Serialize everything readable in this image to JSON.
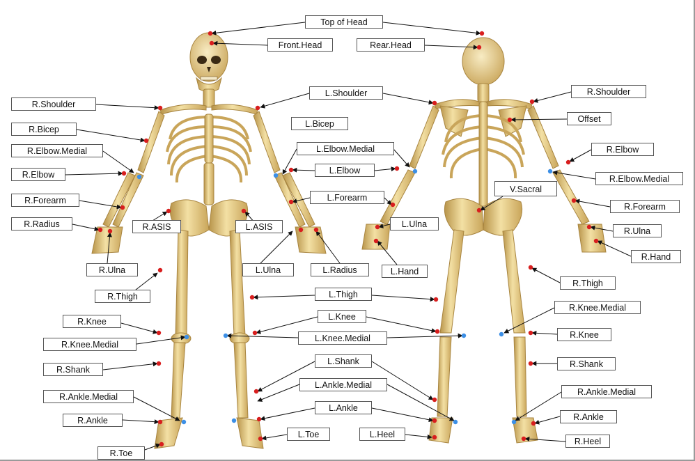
{
  "figure": {
    "views": [
      "front-skeleton",
      "back-skeleton"
    ],
    "colors": {
      "bone": "#e8cf86",
      "bone_shadow": "#b8944a",
      "bone_highlight": "#f6e6b4",
      "marker_standard": "#d81e1e",
      "marker_medial": "#3c8fe6",
      "leader_line": "#111111",
      "label_border": "#555555"
    },
    "marker_legend_note": ""
  },
  "labels": {
    "top_of_head": "Top of Head",
    "front_head": "Front.Head",
    "rear_head": "Rear.Head",
    "r_shoulder_front": "R.Shoulder",
    "l_shoulder": "L.Shoulder",
    "r_shoulder_back": "R.Shoulder",
    "r_bicep": "R.Bicep",
    "l_bicep": "L.Bicep",
    "offset": "Offset",
    "r_elbow_medial_front": "R.Elbow.Medial",
    "l_elbow_medial": "L.Elbow.Medial",
    "r_elbow_back": "R.Elbow",
    "r_elbow_front": "R.Elbow",
    "l_elbow": "L.Elbow",
    "r_elbow_medial_back": "R.Elbow.Medial",
    "v_sacral": "V.Sacral",
    "r_forearm_front": "R.Forearm",
    "l_forearm": "L.Forearm",
    "r_forearm_back": "R.Forearm",
    "r_radius": "R.Radius",
    "r_asis": "R.ASIS",
    "l_asis": "L.ASIS",
    "l_ulna_back": "L.Ulna",
    "r_ulna_back": "R.Ulna",
    "r_hand": "R.Hand",
    "r_ulna_front": "R.Ulna",
    "l_ulna_front": "L.Ulna",
    "l_radius": "L.Radius",
    "l_hand": "L.Hand",
    "r_thigh_back": "R.Thigh",
    "r_thigh_front": "R.Thigh",
    "l_thigh": "L.Thigh",
    "r_knee_medial_back": "R.Knee.Medial",
    "r_knee_front": "R.Knee",
    "l_knee": "L.Knee",
    "r_knee_back": "R.Knee",
    "r_knee_medial_front": "R.Knee.Medial",
    "l_knee_medial": "L.Knee.Medial",
    "l_shank": "L.Shank",
    "r_shank_front": "R.Shank",
    "r_shank_back": "R.Shank",
    "l_ankle_medial": "L.Ankle.Medial",
    "r_ankle_medial_front": "R.Ankle.Medial",
    "r_ankle_medial_back": "R.Ankle.Medial",
    "l_ankle": "L.Ankle",
    "r_ankle_front": "R.Ankle",
    "r_ankle_back": "R.Ankle",
    "l_toe": "L.Toe",
    "l_heel": "L.Heel",
    "r_heel": "R.Heel",
    "r_toe": "R.Toe"
  }
}
